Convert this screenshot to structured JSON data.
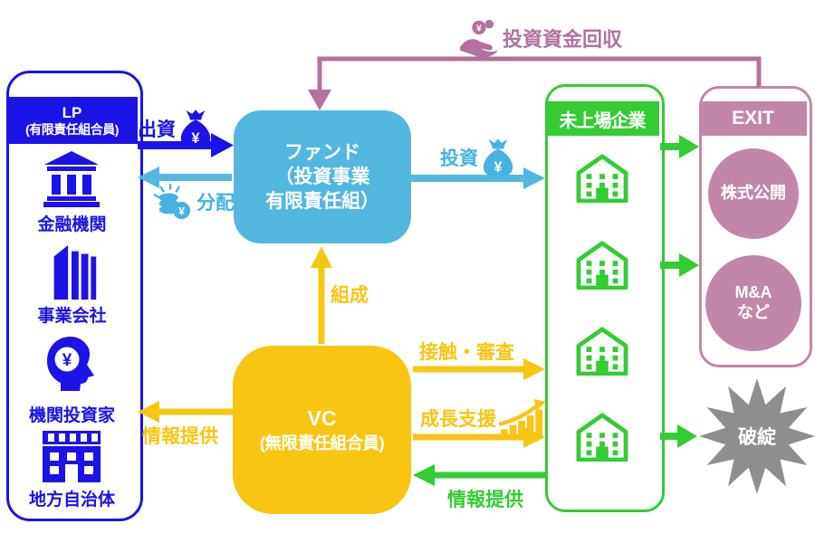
{
  "colors": {
    "blue": "#1c13e6",
    "light_blue": "#53b7e0",
    "yellow": "#f9c513",
    "green": "#33cc33",
    "mauve": "#c287a8",
    "mauve_dark": "#b2719e",
    "gray": "#8e8e8e"
  },
  "icon_glyphs": {
    "yen": "¥"
  },
  "lp": {
    "header": {
      "line1": "LP",
      "line2": "(有限責任組合員)"
    },
    "items": [
      {
        "label": "金融機関",
        "icon": "bank-icon"
      },
      {
        "label": "事業会社",
        "icon": "office-building-icon"
      },
      {
        "label": "機関投資家",
        "icon": "investor-head-icon"
      },
      {
        "label": "地方自治体",
        "icon": "government-building-icon"
      }
    ]
  },
  "fund": {
    "line1": "ファンド",
    "line2": "（投資事業",
    "line3": "有限責任組）"
  },
  "vc": {
    "line1": "VC",
    "line2": "(無限責任組合員)"
  },
  "unlisted": {
    "header": "未上場企業",
    "company_count": 4
  },
  "exit": {
    "header": "EXIT",
    "circle1": "株式公開",
    "circle2_line1": "M&A",
    "circle2_line2": "など"
  },
  "failure": {
    "label": "破綻"
  },
  "arrows": {
    "shusshi": {
      "label": "出資"
    },
    "bunpai": {
      "label": "分配"
    },
    "toshi": {
      "label": "投資"
    },
    "kaishu": {
      "label": "投資資金回収"
    },
    "kumisei": {
      "label": "組成"
    },
    "sesshoku": {
      "label": "接触・審査"
    },
    "seicho": {
      "label": "成長支援"
    },
    "joho_to_vc": {
      "label": "情報提供"
    },
    "joho_to_lp": {
      "label": "情報提供"
    }
  }
}
